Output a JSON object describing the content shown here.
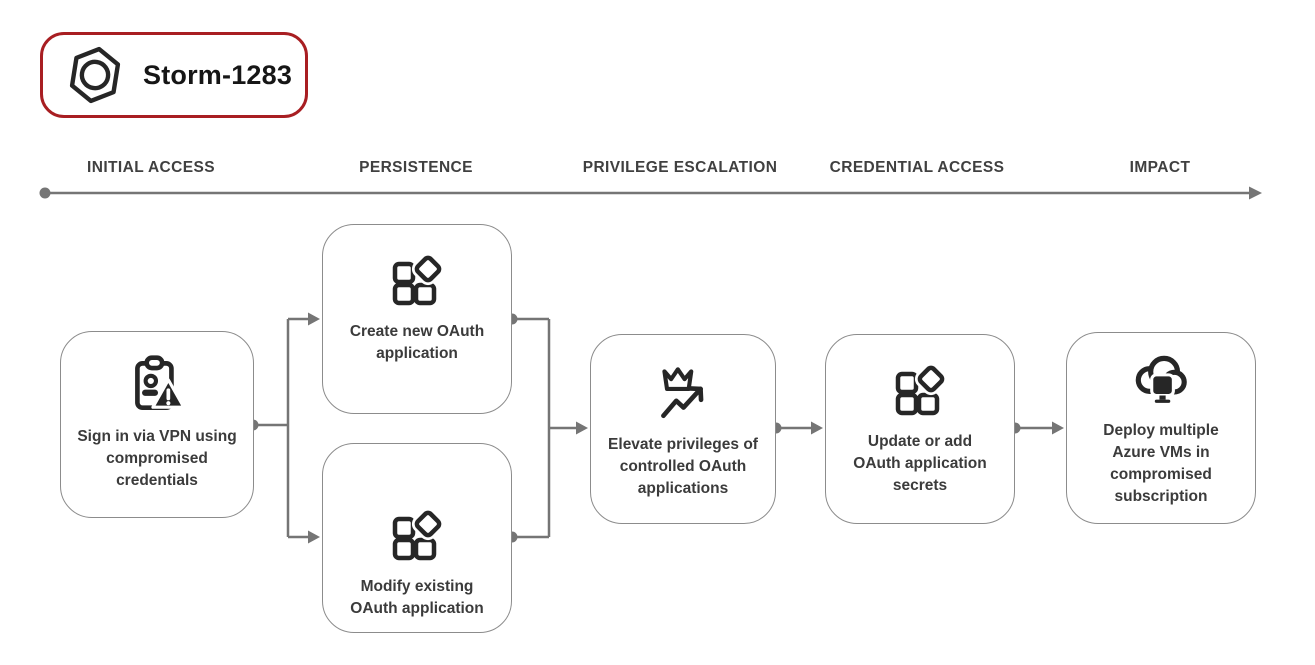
{
  "badge": {
    "label": "Storm-1283",
    "icon": "storm-hexagon-icon"
  },
  "timeline": {
    "stages": [
      {
        "label": "INITIAL ACCESS"
      },
      {
        "label": "PERSISTENCE"
      },
      {
        "label": "PRIVILEGE ESCALATION"
      },
      {
        "label": "CREDENTIAL ACCESS"
      },
      {
        "label": "IMPACT"
      }
    ]
  },
  "nodes": [
    {
      "id": "sign-in-vpn",
      "stage": "INITIAL ACCESS",
      "icon": "credential-alert-icon",
      "label": "Sign in via VPN using compromised credentials"
    },
    {
      "id": "create-oauth-app",
      "stage": "PERSISTENCE",
      "icon": "app-registration-icon",
      "label": "Create new OAuth application"
    },
    {
      "id": "modify-oauth-app",
      "stage": "PERSISTENCE",
      "icon": "app-registration-icon",
      "label": "Modify existing OAuth application"
    },
    {
      "id": "elevate-privileges",
      "stage": "PRIVILEGE ESCALATION",
      "icon": "privilege-crown-arrow-icon",
      "label": "Elevate privileges of controlled OAuth applications"
    },
    {
      "id": "update-secrets",
      "stage": "CREDENTIAL ACCESS",
      "icon": "app-registration-icon",
      "label": "Update or add OAuth application secrets"
    },
    {
      "id": "deploy-azure-vms",
      "stage": "IMPACT",
      "icon": "cloud-vm-icon",
      "label": "Deploy multiple Azure VMs in compromised subscription"
    }
  ],
  "connections": [
    {
      "from": "sign-in-vpn",
      "to": "create-oauth-app"
    },
    {
      "from": "sign-in-vpn",
      "to": "modify-oauth-app"
    },
    {
      "from": "create-oauth-app",
      "to": "elevate-privileges"
    },
    {
      "from": "modify-oauth-app",
      "to": "elevate-privileges"
    },
    {
      "from": "elevate-privileges",
      "to": "update-secrets"
    },
    {
      "from": "update-secrets",
      "to": "deploy-azure-vms"
    }
  ],
  "colors": {
    "badge_border": "#a81e22",
    "icon_ink": "#262626",
    "text": "#3b3b3b",
    "stage_text": "#404040",
    "line": "#757575",
    "node_border": "#8c8c8c",
    "background": "#ffffff"
  }
}
